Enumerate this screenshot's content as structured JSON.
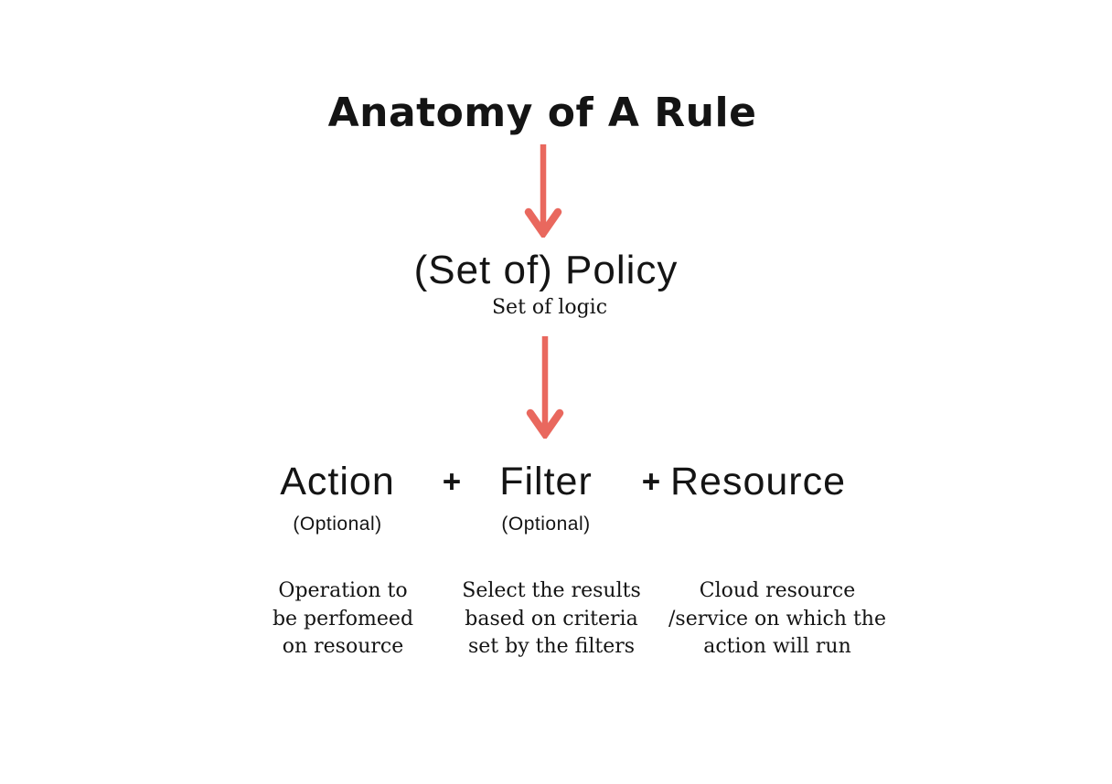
{
  "colors": {
    "background": "#FFFFFF",
    "text": "#141414",
    "arrow": "#E9685E"
  },
  "title": "Anatomy of A Rule",
  "policy": {
    "label": "(Set of) Policy",
    "sublabel": "Set of logic"
  },
  "plus_sign": "+",
  "components": [
    {
      "label": "Action",
      "optional": "(Optional)",
      "desc_lines": [
        "Operation to",
        "be perfomeed",
        "on resource"
      ]
    },
    {
      "label": "Filter",
      "optional": "(Optional)",
      "desc_lines": [
        "Select the results",
        "based on criteria",
        "set by the filters"
      ]
    },
    {
      "label": "Resource",
      "optional": "",
      "desc_lines": [
        "Cloud resource",
        "/service on which the",
        "action will run"
      ]
    }
  ]
}
